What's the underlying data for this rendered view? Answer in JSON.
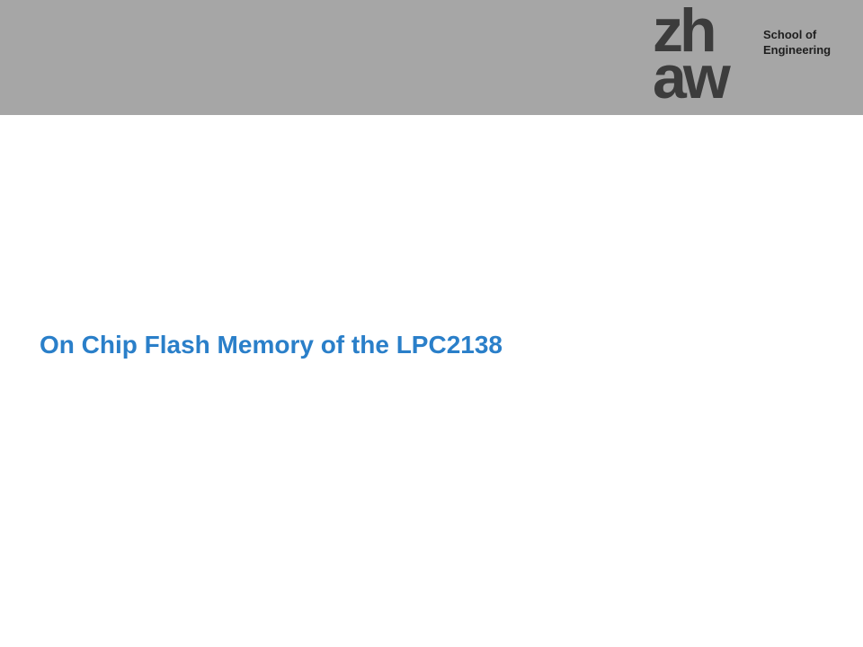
{
  "header": {
    "logo": {
      "line1": "zh",
      "line2": "aw"
    },
    "school": {
      "line1": "School of",
      "line2": "Engineering"
    }
  },
  "slide": {
    "title": "On Chip Flash Memory of the LPC2138"
  },
  "colors": {
    "header_band": "#a6a6a6",
    "logo_text": "#3c3c3c",
    "title_text": "#2a7fc9"
  }
}
